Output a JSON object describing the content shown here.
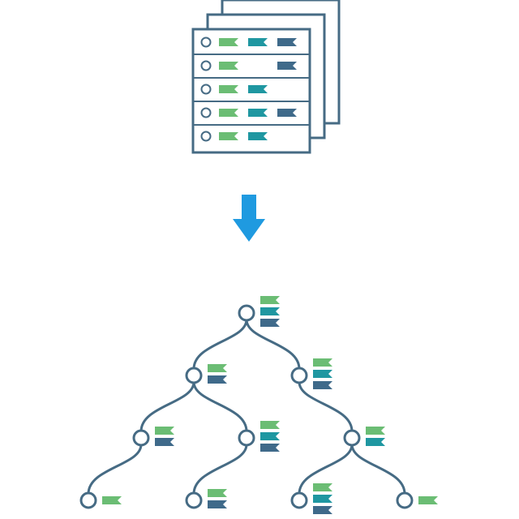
{
  "colors": {
    "outline": "#466b84",
    "green": "#6bbd74",
    "teal": "#1f97a1",
    "navy": "#3f6a8a",
    "arrow": "#1f9ae0",
    "background": "#ffffff"
  },
  "table": {
    "sheet_count": 3,
    "rows": [
      {
        "tags": [
          "green",
          "teal",
          "navy"
        ]
      },
      {
        "tags": [
          "green",
          null,
          "navy"
        ]
      },
      {
        "tags": [
          "green",
          "teal",
          null
        ]
      },
      {
        "tags": [
          "green",
          "teal",
          "navy"
        ]
      },
      {
        "tags": [
          "green",
          "teal",
          null
        ]
      }
    ]
  },
  "arrow": {
    "direction": "down",
    "icon": "arrow-down-icon"
  },
  "tree": {
    "nodes": [
      {
        "id": "root",
        "tags": [
          "green",
          "teal",
          "navy"
        ]
      },
      {
        "id": "l1-left",
        "parent": "root",
        "tags": [
          "green",
          "navy"
        ]
      },
      {
        "id": "l1-right",
        "parent": "root",
        "tags": [
          "green",
          "teal",
          "navy"
        ]
      },
      {
        "id": "l2-a",
        "parent": "l1-left",
        "tags": [
          "green",
          "navy"
        ]
      },
      {
        "id": "l2-b",
        "parent": "l1-left",
        "tags": [
          "green",
          "teal",
          "navy"
        ]
      },
      {
        "id": "l2-c",
        "parent": "l1-right",
        "tags": [
          "green",
          "teal"
        ]
      },
      {
        "id": "leaf-1",
        "parent": "l2-a",
        "tags": [
          "green"
        ]
      },
      {
        "id": "leaf-2",
        "parent": "l2-b",
        "tags": [
          "green",
          "navy"
        ]
      },
      {
        "id": "leaf-3",
        "parent": "l2-c",
        "tags": [
          "green",
          "teal",
          "navy"
        ]
      },
      {
        "id": "leaf-4",
        "parent": "l2-c",
        "tags": [
          "green"
        ]
      }
    ]
  }
}
